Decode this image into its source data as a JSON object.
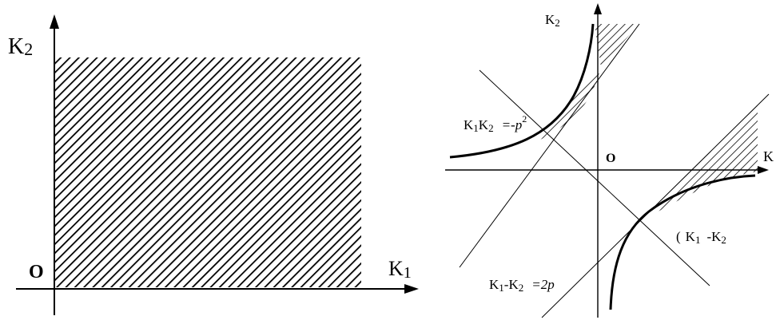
{
  "left_panel": {
    "y_axis_label": "K",
    "y_axis_subscript": "2",
    "x_axis_label": "K",
    "x_axis_subscript": "1",
    "origin_label": "O"
  },
  "right_panel": {
    "y_axis_label": "K",
    "y_axis_subscript": "2",
    "x_axis_label": "K",
    "origin_label": "O",
    "hyperbola_label": {
      "k": "K",
      "sub1": "1",
      "k2": "K",
      "sub2": "2",
      "rhs": "=-p",
      "exp": "2"
    },
    "line_label_1": {
      "k1": "K",
      "sub1": "1",
      "minus": "-K",
      "sub2": "2",
      "rhs": "=2p"
    },
    "line_label_2": {
      "open": "(",
      "k1": "K",
      "sub1": "1",
      "minus": "-K",
      "sub2": "2"
    }
  },
  "colors": {
    "ink": "#000000",
    "background": "#ffffff"
  }
}
